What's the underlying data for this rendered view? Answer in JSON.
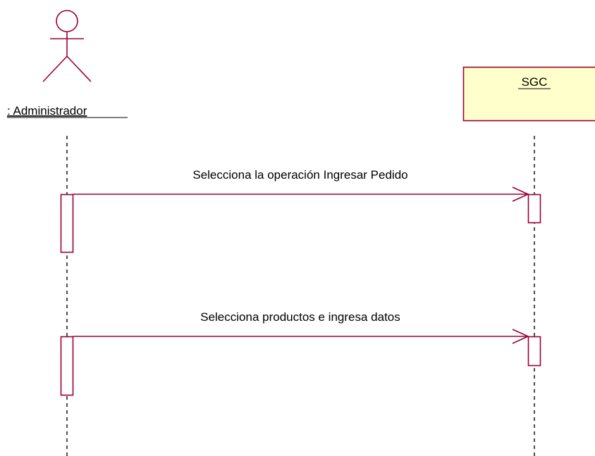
{
  "diagram": {
    "actor": {
      "label": ": Administrador"
    },
    "object": {
      "label": "SGC"
    },
    "messages": [
      {
        "label": "Selecciona la operación Ingresar Pedido"
      },
      {
        "label": "Selecciona productos e ingresa datos"
      }
    ],
    "colors": {
      "line": "#990033",
      "object_fill": "#ffffcc",
      "lifeline": "#000000"
    }
  }
}
